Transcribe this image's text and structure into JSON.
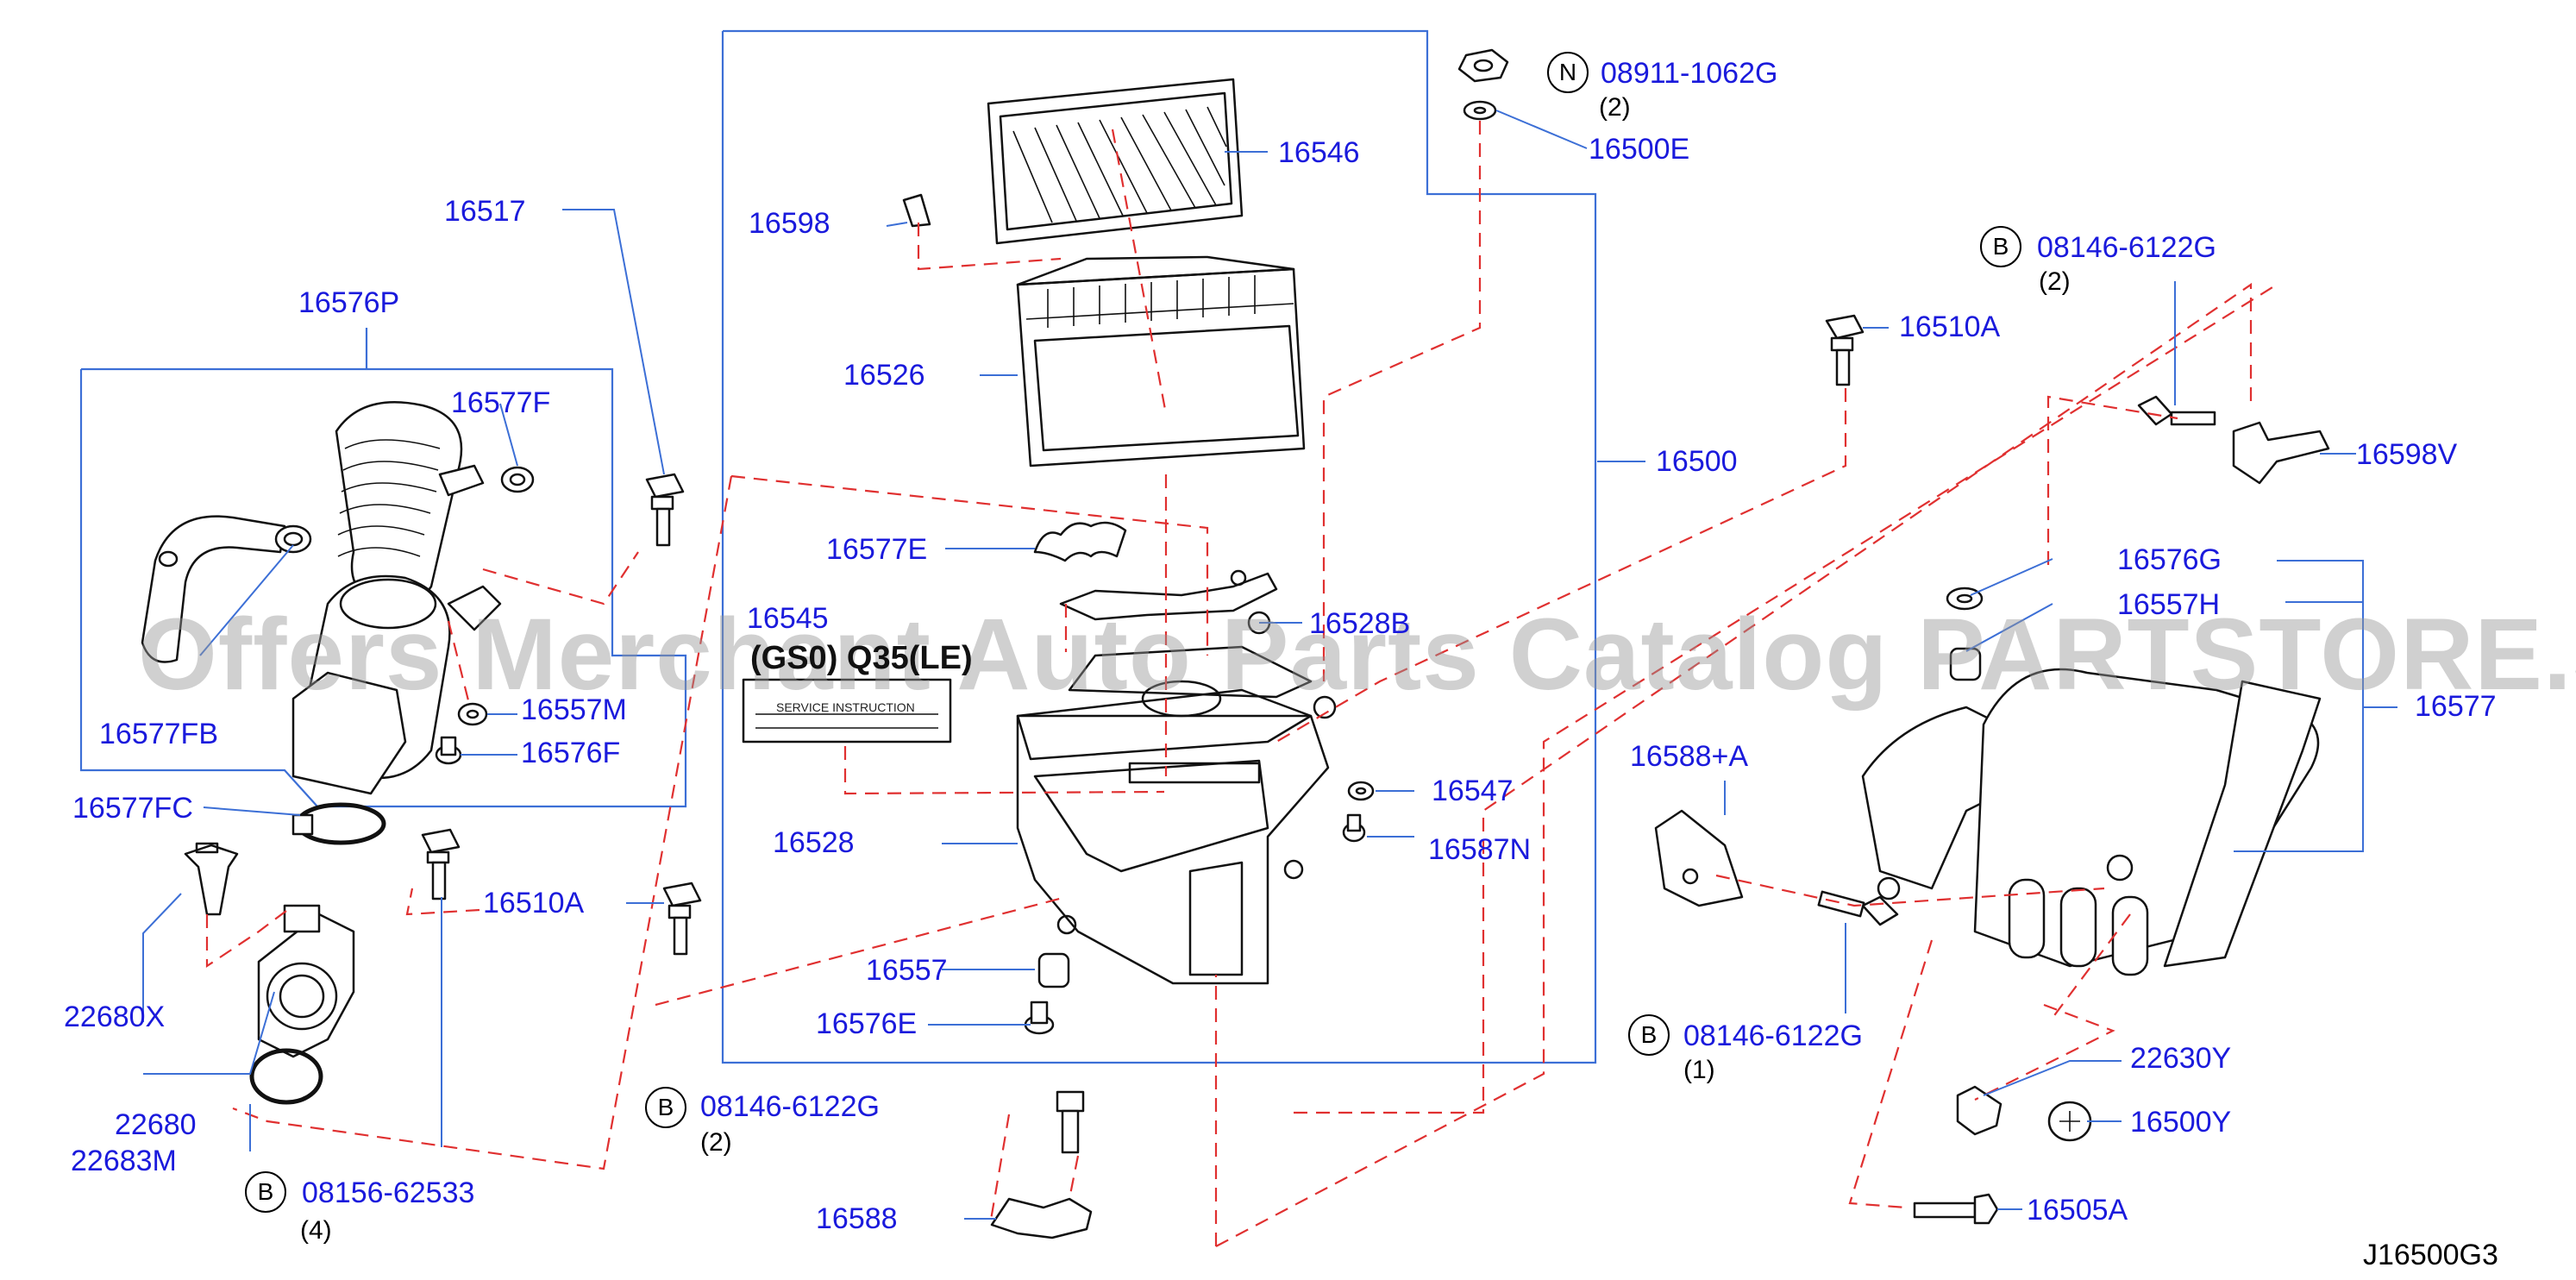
{
  "diagram": {
    "reference": "J16500G3",
    "watermark": "Offers Merchant Auto Parts Catalog PARTSTORE.SA",
    "colors": {
      "callout": "#1a1adc",
      "leader": "#3c6fd6",
      "dash": "#e03030",
      "line": "#000000"
    },
    "labels": {
      "p16517": "16517",
      "p16576P": "16576P",
      "p16577F": "16577F",
      "p16577FB": "16577FB",
      "p16557M": "16557M",
      "p16576F": "16576F",
      "p16577FC": "16577FC",
      "p22680X": "22680X",
      "p22680": "22680",
      "p22683M": "22683M",
      "p08156": "08156-62533",
      "p16510A_left": "16510A",
      "p16598": "16598",
      "p16546": "16546",
      "p16526": "16526",
      "p16577E": "16577E",
      "p16545": "16545",
      "p16528B": "16528B",
      "p16528": "16528",
      "p16557": "16557",
      "p16576E": "16576E",
      "p08146_bottom": "08146-6122G",
      "p16588": "16588",
      "p16547": "16547",
      "p16587N": "16587N",
      "p16500": "16500",
      "p08911": "08911-1062G",
      "p16500E": "16500E",
      "p08146_top": "08146-6122G",
      "p16510A_right": "16510A",
      "p16598V": "16598V",
      "p16576G": "16576G",
      "p16557H": "16557H",
      "p16577": "16577",
      "p16588A": "16588+A",
      "p08146_right": "08146-6122G",
      "p22630Y": "22630Y",
      "p16500Y": "16500Y",
      "p16505A": "16505A"
    },
    "quantities": {
      "q08156": "(4)",
      "q08146_bottom": "(2)",
      "q08911": "(2)",
      "q08146_top": "(2)",
      "q08146_right": "(1)"
    },
    "circles": {
      "c08156": "B",
      "c08146_bottom": "B",
      "c08911": "N",
      "c08146_top": "B",
      "c08146_right": "B"
    },
    "label_plate": {
      "model_text": "(GS0) Q35(LE)",
      "line1": "SERVICE    INSTRUCTION"
    }
  }
}
